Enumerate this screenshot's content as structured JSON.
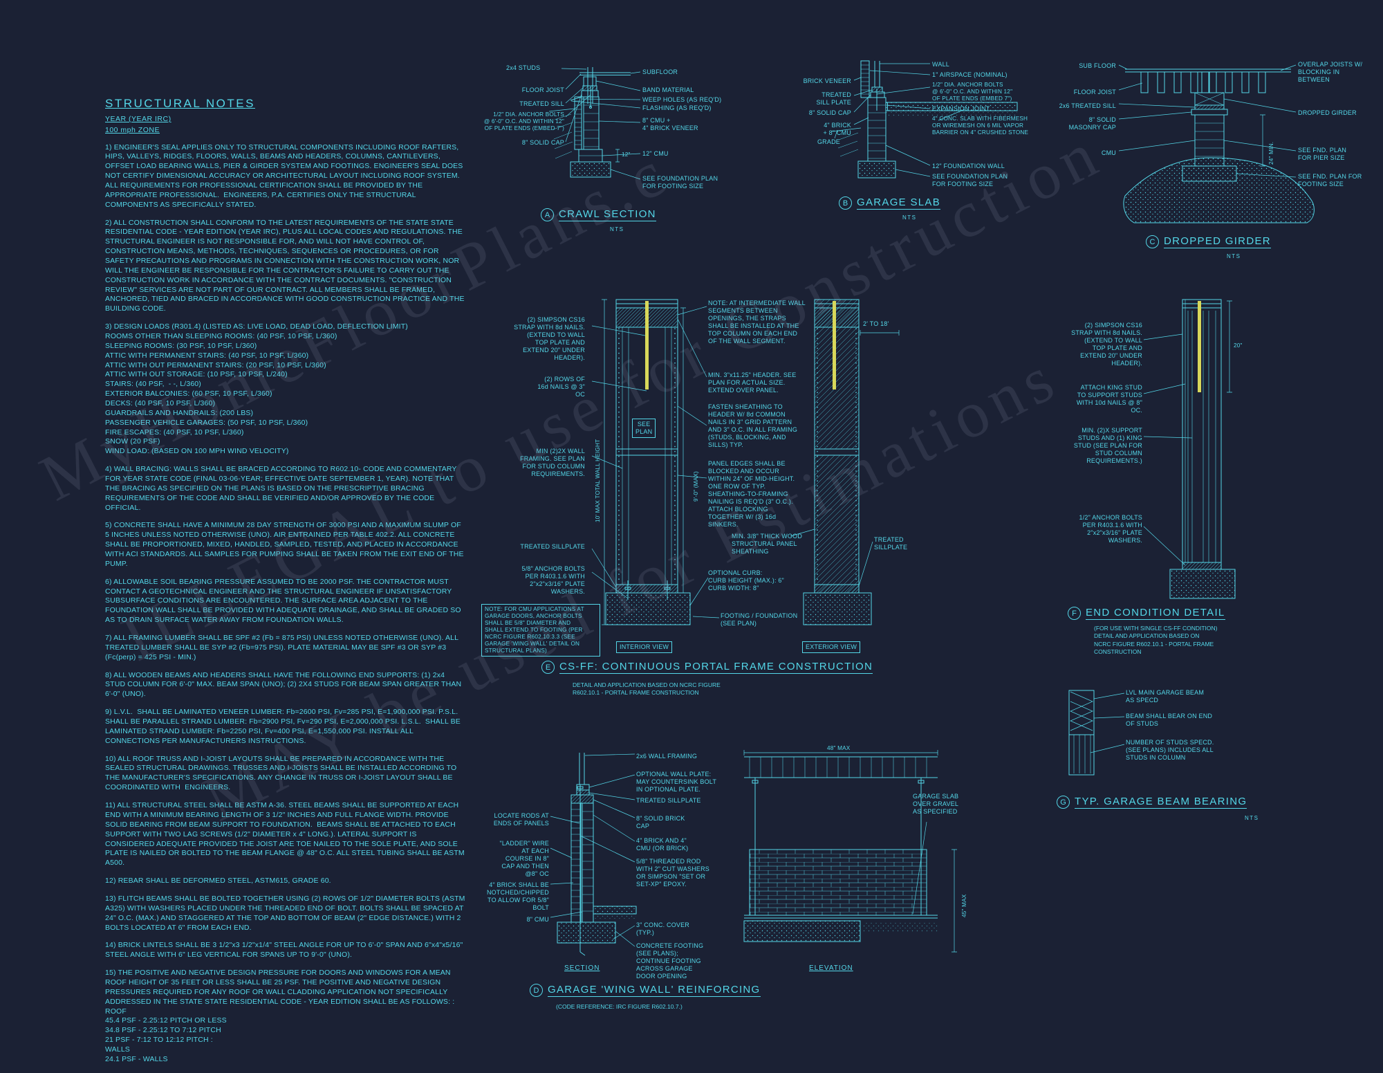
{
  "watermark": {
    "lines": [
      "MyHomeFloorPlans.c",
      "ILLEGAL to use for Construction",
      "MAY be used for Estimations"
    ]
  },
  "notes": {
    "title": "STRUCTURAL NOTES",
    "code_line": "YEAR (YEAR IRC)",
    "zone_line": "100 mph ZONE",
    "items": [
      "1) ENGINEER'S SEAL APPLIES ONLY TO STRUCTURAL COMPONENTS INCLUDING ROOF RAFTERS, HIPS, VALLEYS, RIDGES, FLOORS, WALLS, BEAMS AND HEADERS, COLUMNS, CANTILEVERS, OFFSET LOAD BEARING WALLS, PIER & GIRDER SYSTEM AND FOOTINGS. ENGINEER'S SEAL DOES NOT CERTIFY DIMENSIONAL ACCURACY OR ARCHITECTURAL LAYOUT INCLUDING ROOF SYSTEM. ALL REQUIREMENTS FOR PROFESSIONAL CERTIFICATION SHALL BE PROVIDED BY THE APPROPRIATE PROFESSIONAL.  ENGINEERS, P.A. CERTIFIES ONLY THE STRUCTURAL COMPONENTS AS SPECIFICALLY STATED.",
      "2) ALL CONSTRUCTION SHALL CONFORM TO THE LATEST REQUIREMENTS OF THE STATE STATE RESIDENTIAL CODE - YEAR EDITION (YEAR IRC), PLUS ALL LOCAL CODES AND REGULATIONS. THE STRUCTURAL ENGINEER IS NOT RESPONSIBLE FOR, AND WILL NOT HAVE CONTROL OF, CONSTRUCTION MEANS, METHODS, TECHNIQUES, SEQUENCES OR PROCEDURES, OR FOR SAFETY PRECAUTIONS AND PROGRAMS IN CONNECTION WITH THE CONSTRUCTION WORK, NOR WILL THE ENGINEER BE RESPONSIBLE FOR THE CONTRACTOR'S FAILURE TO CARRY OUT THE CONSTRUCTION WORK IN ACCORDANCE WITH THE CONTRACT DOCUMENTS. \"CONSTRUCTION REVIEW\" SERVICES ARE NOT PART OF OUR CONTRACT. ALL MEMBERS SHALL BE FRAMED, ANCHORED, TIED AND BRACED IN ACCORDANCE WITH GOOD CONSTRUCTION PRACTICE AND THE BUILDING CODE.",
      "3) DESIGN LOADS (R301.4) (LISTED AS: LIVE LOAD, DEAD LOAD, DEFLECTION LIMIT)\nROOMS OTHER THAN SLEEPING ROOMS: (40 PSF, 10 PSF, L/360)\nSLEEPING ROOMS: (30 PSF, 10 PSF, L/360)\nATTIC WITH PERMANENT STAIRS: (40 PSF, 10 PSF, L/360)\nATTIC WITH OUT PERMANENT STAIRS: (20 PSF, 10 PSF, L/360)\nATTIC WITH OUT STORAGE: (10 PSF, 10 PSF, L/240)\nSTAIRS: (40 PSF,  - -, L/360)\nEXTERIOR BALCONIES: (60 PSF, 10 PSF, L/360)\nDECKS: (40 PSF, 10 PSF, L/360)\nGUARDRAILS AND HANDRAILS: (200 LBS)\nPASSENGER VEHICLE GARAGES: (50 PSF, 10 PSF, L/360)\nFIRE ESCAPES: (40 PSF, 10 PSF, L/360)\nSNOW (20 PSF)\nWIND LOAD: (BASED ON 100 MPH WIND VELOCITY)",
      "4) WALL BRACING: WALLS SHALL BE BRACED ACCORDING TO R602.10- CODE AND COMMENTARY FOR YEAR STATE CODE (FINAL 03-06-YEAR; EFFECTIVE DATE SEPTEMBER 1, YEAR). NOTE THAT THE BRACING AS SPECIFIED ON THE PLANS IS BASED ON THE PRESCRIPTIVE BRACING REQUIREMENTS OF THE CODE AND SHALL BE VERIFIED AND/OR APPROVED BY THE CODE OFFICIAL.",
      "5) CONCRETE SHALL HAVE A MINIMUM 28 DAY STRENGTH OF 3000 PSI AND A MAXIMUM SLUMP OF 5 INCHES UNLESS NOTED OTHERWISE (UNO). AIR ENTRAINED PER TABLE 402.2. ALL CONCRETE SHALL BE PROPORTIONED, MIXED, HANDLED, SAMPLED, TESTED, AND PLACED IN ACCORDANCE WITH ACI STANDARDS. ALL SAMPLES FOR PUMPING SHALL BE TAKEN FROM THE EXIT END OF THE PUMP.",
      "6) ALLOWABLE SOIL BEARING PRESSURE ASSUMED TO BE 2000 PSF. THE CONTRACTOR MUST CONTACT A GEOTECHNICAL ENGINEER AND THE STRUCTURAL ENGINEER IF UNSATISFACTORY SUBSURFACE CONDITIONS ARE ENCOUNTERED. THE SURFACE AREA ADJACENT TO THE FOUNDATION WALL SHALL BE PROVIDED WITH ADEQUATE DRAINAGE, AND SHALL BE GRADED SO AS TO DRAIN SURFACE WATER AWAY FROM FOUNDATION WALLS.",
      "7) ALL FRAMING LUMBER SHALL BE SPF #2 (Fb = 875 PSI) UNLESS NOTED OTHERWISE (UNO). ALL TREATED LUMBER SHALL BE SYP #2 (Fb=975 PSI). PLATE MATERIAL MAY BE SPF #3 OR SYP #3 (Fc(perp) = 425 PSI - MIN.)",
      "8) ALL WOODEN BEAMS AND HEADERS SHALL HAVE THE FOLLOWING END SUPPORTS: (1) 2x4 STUD COLUMN FOR 6'-0\" MAX. BEAM SPAN (UNO); (2) 2X4 STUDS FOR BEAM SPAN GREATER THAN 6'-0\" (UNO).",
      "9) L.V.L.  SHALL BE LAMINATED VENEER LUMBER: Fb=2600 PSI, Fv=285 PSI, E=1,900,000 PSI. P.S.L. SHALL BE PARALLEL STRAND LUMBER: Fb=2900 PSI, Fv=290 PSI, E=2,000,000 PSI. L.S.L.  SHALL BE LAMINATED STRAND LUMBER: Fb=2250 PSI, Fv=400 PSI, E=1,550,000 PSI. INSTALL ALL CONNECTIONS PER MANUFACTURERS INSTRUCTIONS.",
      "10) ALL ROOF TRUSS AND I-JOIST LAYOUTS SHALL BE PREPARED IN ACCORDANCE WITH THE SEALED STRUCTURAL DRAWINGS. TRUSSES AND I-JOISTS SHALL BE INSTALLED ACCORDING TO THE MANUFACTURER'S SPECIFICATIONS. ANY CHANGE IN TRUSS OR I-JOIST LAYOUT SHALL BE COORDINATED WITH  ENGINEERS.",
      "11) ALL STRUCTURAL STEEL SHALL BE ASTM A-36. STEEL BEAMS SHALL BE SUPPORTED AT EACH END WITH A MINIMUM BEARING LENGTH OF 3 1/2\" INCHES AND FULL FLANGE WIDTH. PROVIDE SOLID BEARING FROM BEAM SUPPORT TO FOUNDATION.  BEAMS SHALL BE ATTACHED TO EACH SUPPORT WITH TWO LAG SCREWS (1/2\" DIAMETER x 4\" LONG.). LATERAL SUPPORT IS CONSIDERED ADEQUATE PROVIDED THE JOIST ARE TOE NAILED TO THE SOLE PLATE, AND SOLE PLATE IS NAILED OR BOLTED TO THE BEAM FLANGE @ 48\" O.C. ALL STEEL TUBING SHALL BE ASTM A500.",
      "12) REBAR SHALL BE DEFORMED STEEL, ASTM615, GRADE 60.",
      "13) FLITCH BEAMS SHALL BE BOLTED TOGETHER USING (2) ROWS OF 1/2\" DIAMETER BOLTS (ASTM A325) WITH WASHERS PLACED UNDER THE THREADED END OF BOLT. BOLTS SHALL BE SPACED AT 24\" O.C. (MAX.) AND STAGGERED AT THE TOP AND BOTTOM OF BEAM (2\" EDGE DISTANCE.) WITH 2 BOLTS LOCATED AT 6\" FROM EACH END.",
      "14) BRICK LINTELS SHALL BE 3 1/2\"x3 1/2\"x1/4\" STEEL ANGLE FOR UP TO 6'-0\" SPAN AND 6\"x4\"x5/16\" STEEL ANGLE WITH 6\" LEG VERTICAL FOR SPANS UP TO 9'-0\" (UNO).",
      "15) THE POSITIVE AND NEGATIVE DESIGN PRESSURE FOR DOORS AND WINDOWS FOR A MEAN ROOF HEIGHT OF 35 FEET OR LESS SHALL BE 25 PSF. THE POSITIVE AND NEGATIVE DESIGN PRESSURES REQUIRED FOR ANY ROOF OR WALL CLADDING APPLICATION NOT SPECIFICALLY ADDRESSED IN THE STATE STATE RESIDENTIAL CODE - YEAR EDITION SHALL BE AS FOLLOWS: :\nROOF\n45.4 PSF - 2.25:12 PITCH OR LESS\n34.8 PSF - 2.25:12 TO 7:12 PITCH\n21 PSF - 7:12 TO 12:12 PITCH :\nWALLS\n24.1 PSF - WALLS"
    ]
  },
  "details": {
    "crawl": {
      "letter": "A",
      "title": "CRAWL SECTION",
      "scale": "NTS",
      "labels": {
        "studs": "2x4 STUDS",
        "subfloor": "SUBFLOOR",
        "floor_joist": "FLOOR JOIST",
        "band": "BAND MATERIAL",
        "treated_sill": "TREATED SILL",
        "weep_holes": "WEEP HOLES (AS REQ'D)",
        "flashing": "FLASHING (AS REQ'D)",
        "anchor_bolts": "1/2\" DIA. ANCHOR BOLTS\n@ 6'-0\" O.C. AND WITHIN 12\"\nOF PLATE ENDS (EMBED 7\")",
        "cmu_veneer": "8\" CMU +\n4\" BRICK VENEER",
        "solid_cap": "8\" SOLID CAP",
        "cmu12": "12\" CMU",
        "dim12": "12\"",
        "foundation_plan": "SEE FOUNDATION PLAN\nFOR FOOTING SIZE"
      }
    },
    "garage_slab": {
      "letter": "B",
      "title": "GARAGE SLAB",
      "scale": "NTS",
      "labels": {
        "wall": "WALL",
        "airspace": "1\" AIRSPACE (NOMINAL)",
        "brick_veneer": "BRICK VENEER",
        "anchor_bolts": "1/2\" DIA. ANCHOR BOLTS\n@ 6'-0\" O.C. AND WITHIN 12\"\nOF PLATE ENDS (EMBED 7\")",
        "treated_sill_plate": "TREATED\nSILL PLATE",
        "expansion_joint": "EXPANSION JOINT",
        "solid_cap": "8\" SOLID CAP",
        "slab": "4\" CONC. SLAB WITH FIBERMESH\nOR WIREMESH ON 6 MIL VAPOR\nBARRIER ON 4\" CRUSHED STONE",
        "brick_cmu": "4\" BRICK\n+ 8\" CMU",
        "grade": "GRADE",
        "foundation_wall": "12\" FOUNDATION WALL",
        "footing": "SEE FOUNDATION PLAN\nFOR FOOTING SIZE"
      }
    },
    "dropped_girder": {
      "letter": "C",
      "title": "DROPPED GIRDER",
      "scale": "NTS",
      "labels": {
        "sub_floor": "SUB FLOOR",
        "overlap": "OVERLAP JOISTS W/\nBLOCKING IN BETWEEN",
        "floor_joist": "FLOOR JOIST",
        "dropped_girder": "DROPPED GIRDER",
        "treated_sill": "2x6 TREATED SILL",
        "masonry_cap": "8\" SOLID\nMASONRY CAP",
        "dim24": "24\" MIN.",
        "cmu": "CMU",
        "pier": "SEE FND. PLAN\nFOR PIER SIZE",
        "footing": "SEE FND. PLAN FOR\nFOOTING SIZE"
      }
    },
    "portal_frame": {
      "letter": "E",
      "title": "CS-FF: CONTINUOUS PORTAL FRAME CONSTRUCTION",
      "subtitle": "DETAIL AND APPLICATION BASED ON NCRC FIGURE\nR602.10.1 - PORTAL FRAME CONSTRUCTION",
      "labels": {
        "strap": "(2) SIMPSON CS16\nSTRAP WITH 8d NAILS.\n(EXTEND TO WALL\nTOP PLATE AND\nEXTEND 20\" UNDER\nHEADER).",
        "nails_rows": "(2) ROWS OF\n16d NAILS @ 3\"\nOC",
        "wall_framing": "MIN (2)2X WALL\nFRAMING.  SEE PLAN\nFOR STUD COLUMN\nREQUIREMENTS.",
        "treated_sillplate_left": "TREATED SILLPLATE",
        "anchor_bolts": "5/8\" ANCHOR BOLTS\nPER R403.1.6 WITH\n2\"x2\"x3/16\" PLATE\nWASHERS.",
        "cmu_note": "NOTE: FOR CMU APPLICATIONS AT\nGARAGE DOORS, ANCHOR BOLTS\nSHALL BE 5/8\" DIAMETER AND\nSHALL EXTEND TO FOOTING (PER\nNCRC FIGURE R602.10.3.3 (SEE\nGARAGE 'WING WALL' DETAIL ON\nSTRUCTURAL PLANS)",
        "see_plan": "SEE\nPLAN",
        "wall_height_dim": "10' MAX TOTAL WALL HEIGHT",
        "height_dim": "9'-0\" (MAX)",
        "intermediate_note": "NOTE: AT INTERMEDIATE WALL\nSEGMENTS BETWEEN\nOPENINGS, THE STRAPS\nSHALL BE INSTALLED AT THE\nTOP COLUMN ON EACH END\nOF THE WALL SEGMENT.",
        "header": "MIN. 3\"x11.25\" HEADER. SEE\nPLAN FOR ACTUAL SIZE.\nEXTEND OVER PANEL.",
        "span_dim": "2' TO 18'",
        "fasten": "FASTEN SHEATHING TO\nHEADER W/ 8d COMMON\nNAILS IN 3\" GRID PATTERN\nAND 3\" O.C. IN ALL FRAMING\n(STUDS, BLOCKING, AND\nSILLS) TYP.",
        "panel_edges": "PANEL EDGES SHALL BE\nBLOCKED AND OCCUR\nWITHIN 24\" OF MID-HEIGHT.\nONE ROW OF TYP.\nSHEATHING-TO-FRAMING\nNAILING IS REQ'D (3\" O.C.).\nATTACH BLOCKING\nTOGETHER W/ (3) 16d\nSINKERS.",
        "sheathing": "MIN. 3/8\" THICK WOOD\nSTRUCTURAL PANEL\nSHEATHING",
        "treated_sillplate_right": "TREATED SILLPLATE",
        "curb": "OPTIONAL CURB:\nCURB HEIGHT (MAX.): 6\"\nCURB WIDTH: 8\"",
        "footing": "FOOTING / FOUNDATION\n(SEE PLAN)",
        "interior_view": "INTERIOR VIEW",
        "exterior_view": "EXTERIOR VIEW"
      }
    },
    "end_condition": {
      "letter": "F",
      "title": "END CONDITION DETAIL",
      "subtitle": "(FOR USE WITH SINGLE CS-FF CONDITION)\nDETAIL AND APPLICATION BASED ON\nNCRC FIGURE R602.10.1 - PORTAL FRAME\nCONSTRUCTION",
      "labels": {
        "strap": "(2) SIMPSON CS16\nSTRAP WITH 8d NAILS.\n(EXTEND TO WALL\nTOP PLATE AND\nEXTEND 20\" UNDER\nHEADER).",
        "king_stud": "ATTACH KING STUD\nTO SUPPORT STUDS\nWITH 10d NAILS @ 8\"\nOC.",
        "support_studs": "MIN. (2)X SUPPORT\nSTUDS AND (1) KING\nSTUD (SEE PLAN FOR\nSTUD COLUMN\nREQUIREMENTS.)",
        "anchor_bolts": "1/2\" ANCHOR BOLTS\nPER R403.1.6 WITH\n2\"x2\"x3/16\" PLATE\nWASHERS.",
        "dim20": "20\""
      }
    },
    "beam_bearing": {
      "letter": "G",
      "title": "TYP. GARAGE BEAM BEARING",
      "scale": "NTS",
      "labels": {
        "beam": "LVL MAIN GARAGE BEAM\nAS SPECD",
        "bear": "BEAM SHALL BEAR ON END\nOF STUDS",
        "studs": "NUMBER OF STUDS SPECD.\n(SEE PLANS) INCLUDES ALL\nSTUDS IN COLUMN"
      }
    },
    "wing_wall": {
      "letter": "D",
      "title": "GARAGE 'WING WALL' REINFORCING",
      "subtitle": "(CODE REFERENCE: IRC FIGURE R602.10.7.)",
      "labels": {
        "wall_framing": "2x6 WALL FRAMING",
        "optional_plate": "OPTIONAL WALL PLATE:\nMAY COUNTERSINK BOLT\nIN OPTIONAL PLATE.",
        "treated_sillplate": "TREATED SILLPLATE",
        "locate_rods": "LOCATE RODS AT\nENDS OF PANELS",
        "brick_cap": "8\" SOLID BRICK\nCAP",
        "brick_cmu": "4\" BRICK AND 4\"\nCMU (OR BRICK)",
        "ladder_wire": "\"LADDER\" WIRE\nAT EACH\nCOURSE IN 8\"\nCAP AND THEN\n@8\" OC",
        "threaded_rod": "5/8\" THREADED ROD\nWITH 2\" CUT WASHERS\nOR SIMPSON \"SET OR\nSET-XP\" EPOXY.",
        "notched_brick": "4\" BRICK SHALL BE\nNOTCHED/CHIPPED\nTO ALLOW FOR 5/8\"\nBOLT",
        "cmu8": "8\" CMU",
        "conc_cover": "3\" CONC. COVER\n(TYP.)",
        "footing": "CONCRETE FOOTING\n(SEE PLANS);\nCONTINUE FOOTING\nACROSS GARAGE\nDOOR OPENING",
        "garage_slab": "GARAGE SLAB\nOVER GRAVEL\nAS SPECIFIED",
        "dim48": "48\" MAX",
        "dim45": "45\" MAX",
        "section_view": "SECTION",
        "elevation_view": "ELEVATION"
      }
    }
  }
}
